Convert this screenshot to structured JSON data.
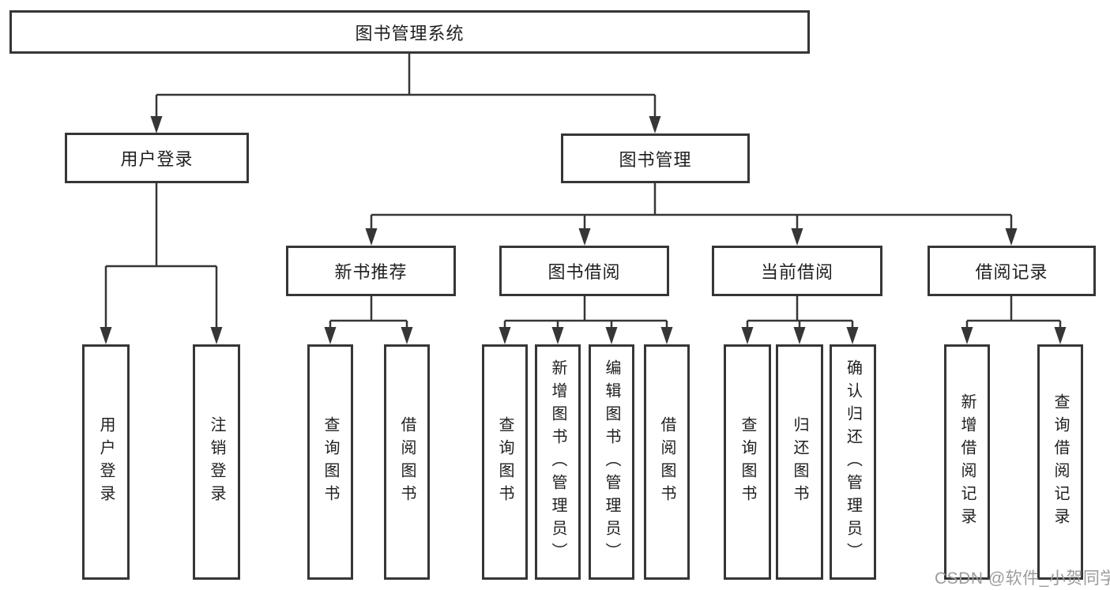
{
  "tree": {
    "root": {
      "label": "图书管理系统",
      "children": [
        {
          "label": "用户登录",
          "children": [
            {
              "label": "用户登录"
            },
            {
              "label": "注销登录"
            }
          ]
        },
        {
          "label": "图书管理",
          "children": [
            {
              "label": "新书推荐",
              "children": [
                {
                  "label": "查询图书"
                },
                {
                  "label": "借阅图书"
                }
              ]
            },
            {
              "label": "图书借阅",
              "children": [
                {
                  "label": "查询图书"
                },
                {
                  "label": "新增图书（管理员）"
                },
                {
                  "label": "编辑图书（管理员）"
                },
                {
                  "label": "借阅图书"
                }
              ]
            },
            {
              "label": "当前借阅",
              "children": [
                {
                  "label": "查询图书"
                },
                {
                  "label": "归还图书"
                },
                {
                  "label": "确认归还（管理员）"
                }
              ]
            },
            {
              "label": "借阅记录",
              "children": [
                {
                  "label": "新增借阅记录"
                },
                {
                  "label": "查询借阅记录"
                }
              ]
            }
          ]
        }
      ]
    }
  },
  "watermark": "CSDN @软件_小贺同学",
  "colors": {
    "line": "#363636",
    "box_border": "#363636",
    "text": "#1f1f1f",
    "watermark": "#9c9c9c",
    "background": "#ffffff"
  }
}
